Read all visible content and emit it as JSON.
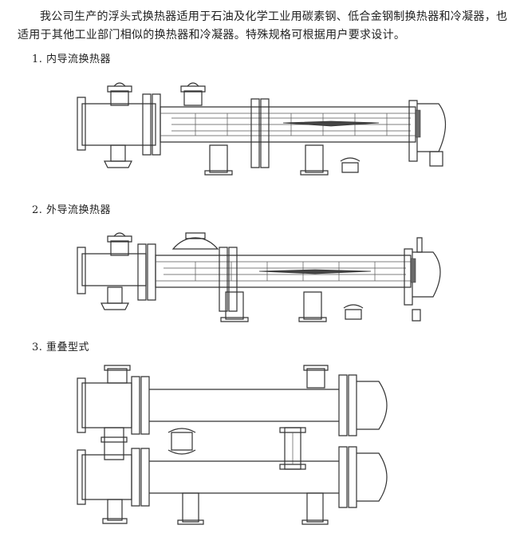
{
  "intro": {
    "paragraph": "我公司生产的浮头式换热器适用于石油及化学工业用碳素钢、低合金钢制换热器和冷凝器，也适用于其他工业部门相似的换热器和冷凝器。特殊规格可根据用户要求设计。"
  },
  "sections": [
    {
      "label": "1. 内导流换热器",
      "icon": "internal-flow-heat-exchanger-drawing"
    },
    {
      "label": "2. 外导流换热器",
      "icon": "external-flow-heat-exchanger-drawing"
    },
    {
      "label": "3. 重叠型式",
      "icon": "stacked-heat-exchanger-drawing"
    }
  ],
  "colors": {
    "line": "#333333",
    "background": "#ffffff",
    "text": "#1f1f1f"
  }
}
